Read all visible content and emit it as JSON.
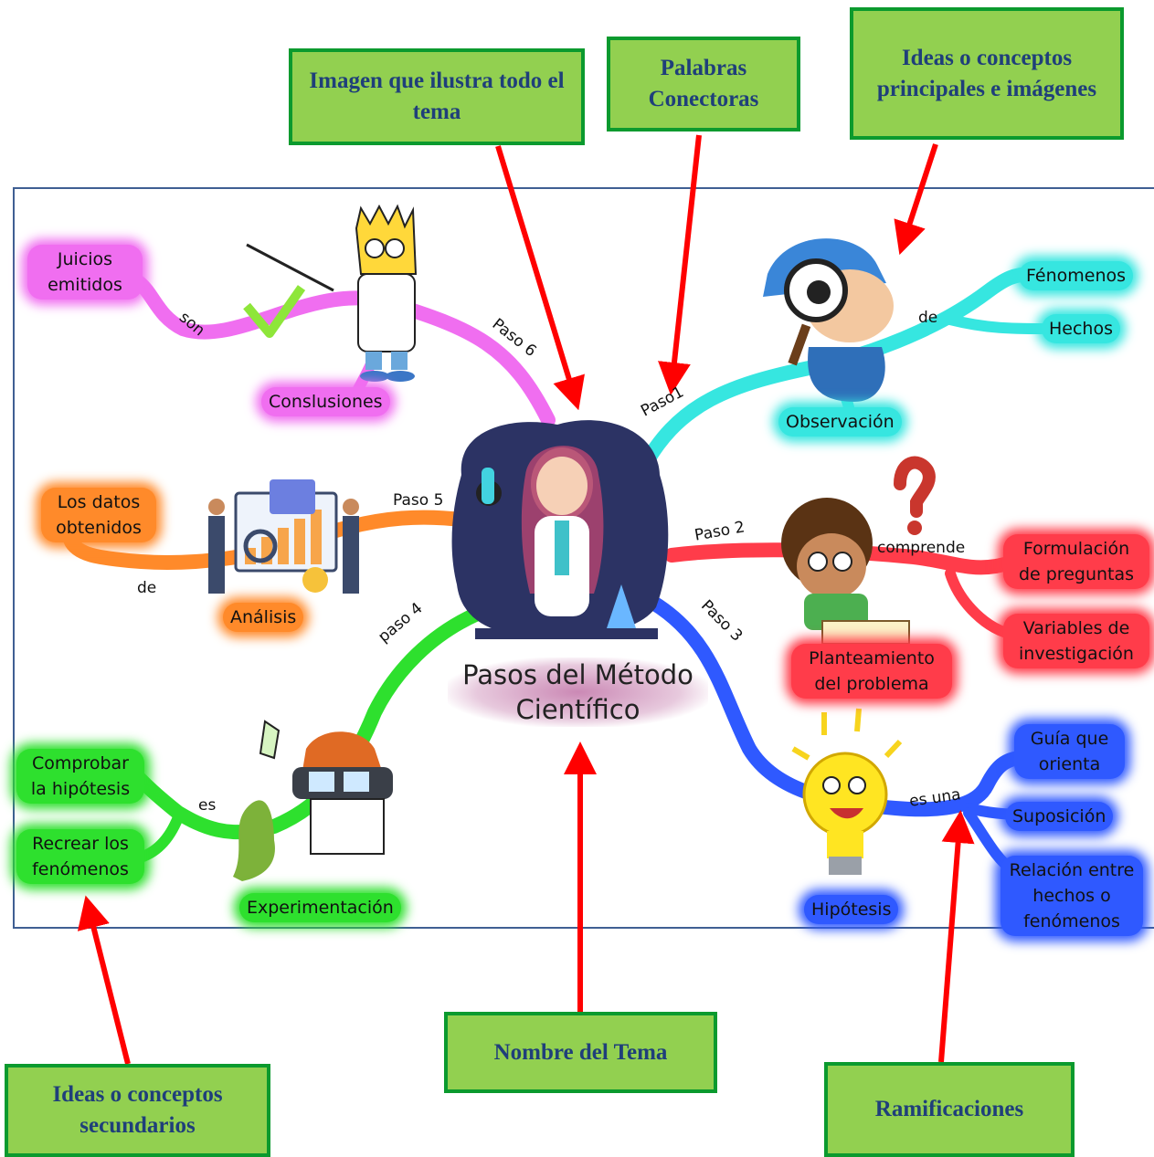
{
  "callouts": {
    "image": "Imagen que ilustra todo el tema",
    "connectors": "Palabras Conectoras",
    "main_ideas": "Ideas o conceptos principales e imágenes",
    "topic_name": "Nombre del Tema",
    "secondary": "Ideas o conceptos secundarios",
    "branches": "Ramificaciones"
  },
  "central_title": "Pasos del Método Científico",
  "steps": {
    "paso1": "Paso1",
    "paso2": "Paso 2",
    "paso3": "Paso 3",
    "paso4": "paso 4",
    "paso5": "Paso 5",
    "paso6": "Paso 6"
  },
  "nodes": {
    "observacion": "Observación",
    "fenomenos": "Fénomenos",
    "hechos": "Hechos",
    "planteamiento": "Planteamiento del problema",
    "formulacion": "Formulación de preguntas",
    "variables": "Variables de investigación",
    "hipotesis": "Hipótesis",
    "guia": "Guía que orienta",
    "suposicion": "Suposición",
    "relacion": "Relación entre hechos o fenómenos",
    "experimentacion": "Experimentación",
    "comprobar": "Comprobar la hipótesis",
    "recrear": "Recrear los fenómenos",
    "analisis": "Análisis",
    "datos": "Los datos obtenidos",
    "conclusiones": "Conslusiones",
    "juicios": "Juicios emitidos"
  },
  "connectors": {
    "de_obs": "de",
    "comprende": "comprende",
    "es_una": "es una",
    "es": "es",
    "de_ana": "de",
    "son": "son"
  },
  "colors": {
    "callout_fill": "#92d050",
    "callout_border": "#0b9a2e",
    "arrow": "#ff0000",
    "pink": "#f06ef0",
    "cyan": "#36e6e0",
    "orange": "#ff8a2a",
    "green": "#2ee02e",
    "red": "#ff3c4a",
    "blue": "#2f59ff",
    "center_bg": "#2c3364"
  },
  "icons": [
    "bart-teacher-icon",
    "check-mark-icon",
    "detective-magnifier-icon",
    "question-mark-icon",
    "thinking-boy-icon",
    "light-bulb-icon",
    "dexter-lab-icon",
    "data-analysis-icon",
    "scientist-woman-icon"
  ]
}
